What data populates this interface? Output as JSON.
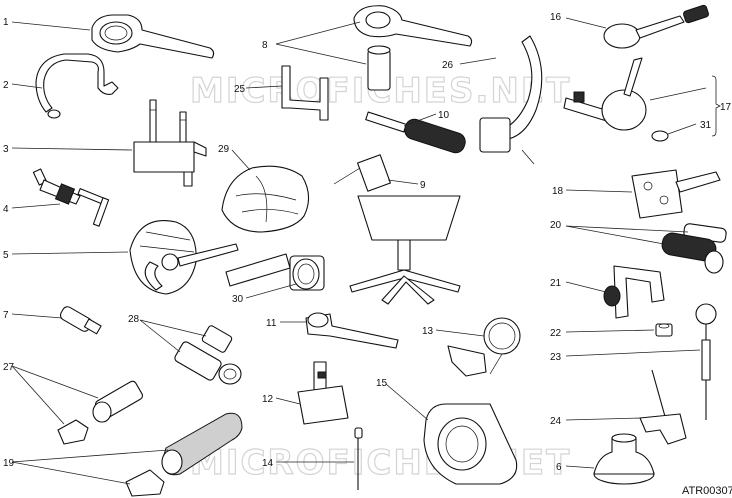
{
  "diagram": {
    "code": "ATR00307",
    "watermark": "MICROFICHES.NET",
    "callouts": [
      "1",
      "2",
      "3",
      "4",
      "5",
      "6",
      "7",
      "8",
      "9",
      "10",
      "11",
      "12",
      "13",
      "14",
      "15",
      "16",
      "17",
      "18",
      "19",
      "20",
      "21",
      "22",
      "23",
      "24",
      "25",
      "26",
      "27",
      "28",
      "29",
      "30",
      "31"
    ]
  }
}
